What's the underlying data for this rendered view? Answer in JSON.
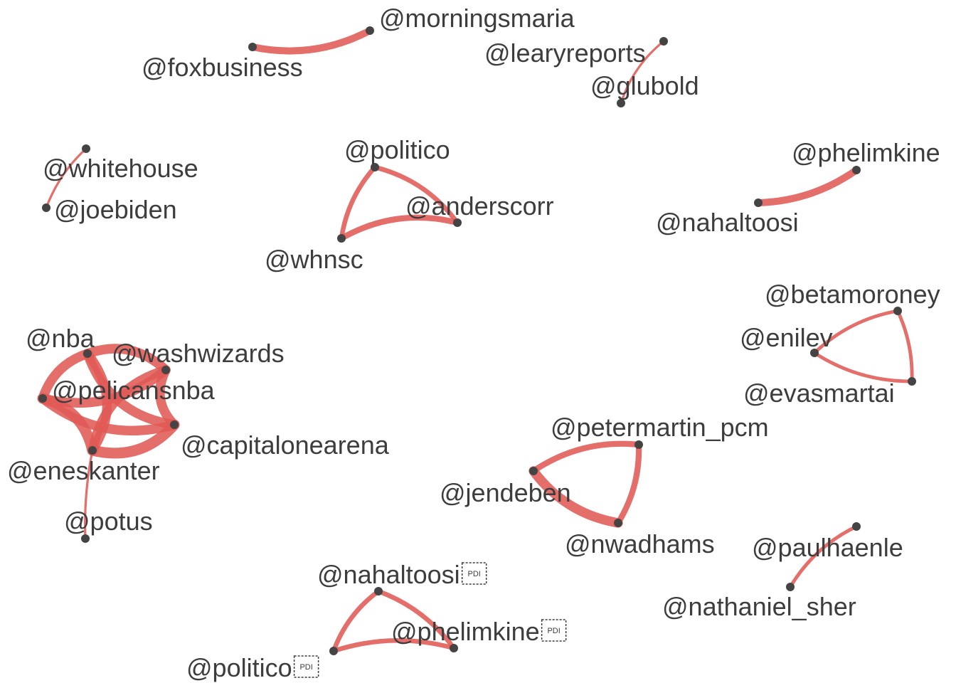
{
  "colors": {
    "edge": "#e05a55",
    "node": "#444444",
    "label": "#3d3d3d"
  },
  "marker_glyph": "PDI",
  "nodes": [
    {
      "id": "foxbusiness",
      "label": "@foxbusiness"
    },
    {
      "id": "morningsmaria",
      "label": "@morningsmaria"
    },
    {
      "id": "learyreports",
      "label": "@learyreports"
    },
    {
      "id": "glubold",
      "label": "@glubold"
    },
    {
      "id": "whitehouse",
      "label": "@whitehouse"
    },
    {
      "id": "joebiden",
      "label": "@joebiden"
    },
    {
      "id": "politico",
      "label": "@politico"
    },
    {
      "id": "anderscorr",
      "label": "@anderscorr"
    },
    {
      "id": "whnsc",
      "label": "@whnsc"
    },
    {
      "id": "phelimkine",
      "label": "@phelimkine"
    },
    {
      "id": "nahaltoosi",
      "label": "@nahaltoosi"
    },
    {
      "id": "betamoroney",
      "label": "@betamoroney"
    },
    {
      "id": "enilev",
      "label": "@enilev"
    },
    {
      "id": "evasmartai",
      "label": "@evasmartai"
    },
    {
      "id": "nba",
      "label": "@nba"
    },
    {
      "id": "washwizards",
      "label": "@washwizards"
    },
    {
      "id": "pelicansnba",
      "label": "@pelicansnba"
    },
    {
      "id": "capitalonearena",
      "label": "@capitalonearena"
    },
    {
      "id": "eneskanter",
      "label": "@eneskanter"
    },
    {
      "id": "potus",
      "label": "@potus"
    },
    {
      "id": "petermartin_pcm",
      "label": "@petermartin_pcm"
    },
    {
      "id": "jendeben",
      "label": "@jendeben"
    },
    {
      "id": "nwadhams",
      "label": "@nwadhams"
    },
    {
      "id": "paulhaenle",
      "label": "@paulhaenle"
    },
    {
      "id": "nathaniel_sher",
      "label": "@nathaniel_sher"
    },
    {
      "id": "nahaltoosi2",
      "label": "@nahaltoosi",
      "marker": true
    },
    {
      "id": "phelimkine2",
      "label": "@phelimkine",
      "marker": true
    },
    {
      "id": "politico2",
      "label": "@politico",
      "marker": true
    }
  ],
  "edges": [
    {
      "source": "foxbusiness",
      "target": "morningsmaria",
      "weight": 5
    },
    {
      "source": "learyreports",
      "target": "glubold",
      "weight": 1
    },
    {
      "source": "whitehouse",
      "target": "joebiden",
      "weight": 1
    },
    {
      "source": "politico",
      "target": "anderscorr",
      "weight": 3
    },
    {
      "source": "politico",
      "target": "whnsc",
      "weight": 3
    },
    {
      "source": "whnsc",
      "target": "anderscorr",
      "weight": 4
    },
    {
      "source": "nahaltoosi",
      "target": "phelimkine",
      "weight": 5
    },
    {
      "source": "betamoroney",
      "target": "enilev",
      "weight": 2
    },
    {
      "source": "betamoroney",
      "target": "evasmartai",
      "weight": 2
    },
    {
      "source": "enilev",
      "target": "evasmartai",
      "weight": 2
    },
    {
      "source": "nba",
      "target": "washwizards",
      "weight": 7
    },
    {
      "source": "nba",
      "target": "pelicansnba",
      "weight": 7
    },
    {
      "source": "nba",
      "target": "capitalonearena",
      "weight": 7
    },
    {
      "source": "nba",
      "target": "eneskanter",
      "weight": 7
    },
    {
      "source": "washwizards",
      "target": "pelicansnba",
      "weight": 7
    },
    {
      "source": "washwizards",
      "target": "capitalonearena",
      "weight": 7
    },
    {
      "source": "washwizards",
      "target": "eneskanter",
      "weight": 7
    },
    {
      "source": "pelicansnba",
      "target": "capitalonearena",
      "weight": 7
    },
    {
      "source": "pelicansnba",
      "target": "eneskanter",
      "weight": 8
    },
    {
      "source": "capitalonearena",
      "target": "eneskanter",
      "weight": 8
    },
    {
      "source": "eneskanter",
      "target": "potus",
      "weight": 1
    },
    {
      "source": "jendeben",
      "target": "petermartin_pcm",
      "weight": 4
    },
    {
      "source": "petermartin_pcm",
      "target": "nwadhams",
      "weight": 4
    },
    {
      "source": "jendeben",
      "target": "nwadhams",
      "weight": 7
    },
    {
      "source": "paulhaenle",
      "target": "nathaniel_sher",
      "weight": 2
    },
    {
      "source": "nahaltoosi2",
      "target": "phelimkine2",
      "weight": 3
    },
    {
      "source": "nahaltoosi2",
      "target": "politico2",
      "weight": 3
    },
    {
      "source": "politico2",
      "target": "phelimkine2",
      "weight": 3
    }
  ]
}
